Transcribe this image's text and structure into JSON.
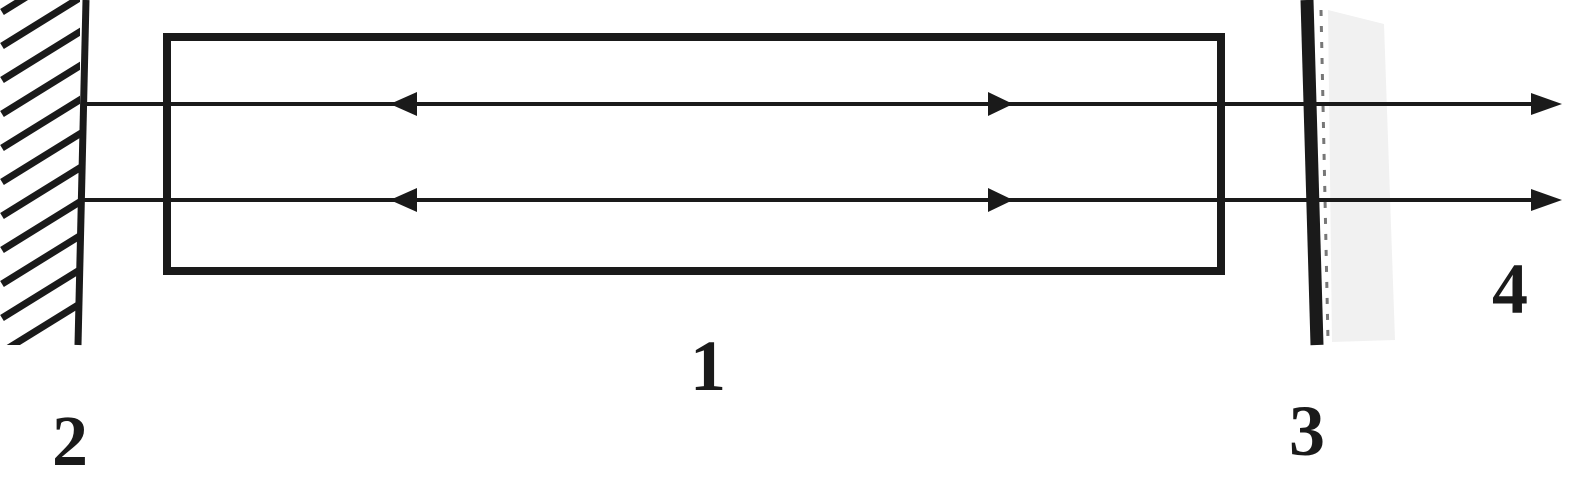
{
  "labels": {
    "active_medium": "1",
    "rear_mirror": "2",
    "output_mirror": "3",
    "output_beam": "4"
  },
  "colors": {
    "ink": "#1a1a1a",
    "background": "#ffffff"
  }
}
